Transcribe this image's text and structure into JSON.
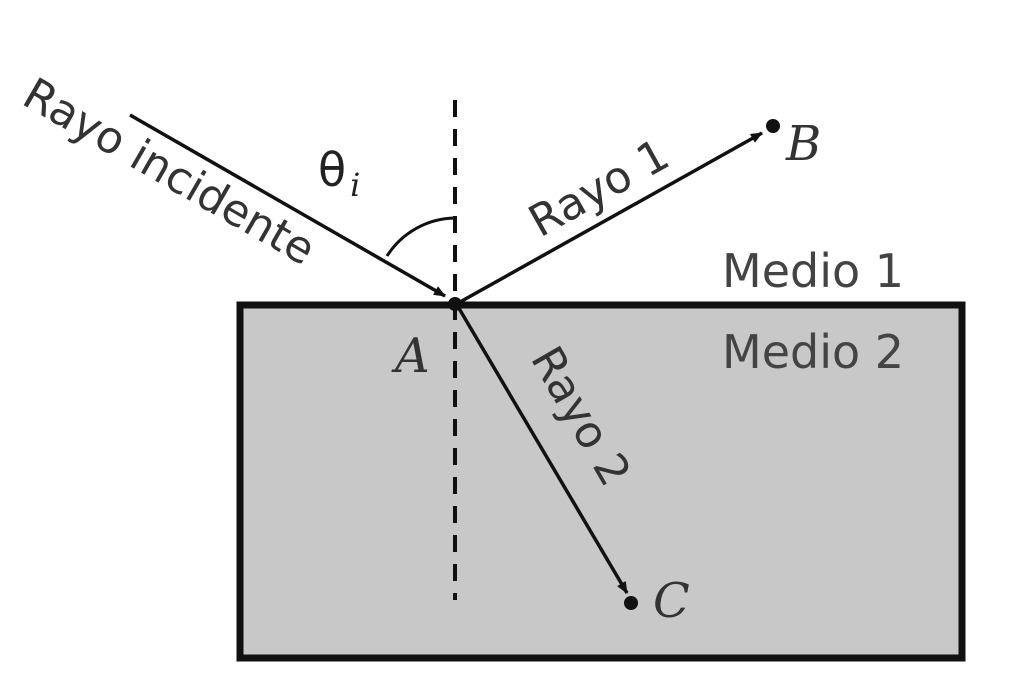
{
  "labels": {
    "incident_ray": "Rayo incidente",
    "ray_1": "Rayo 1",
    "ray_2": "Rayo 2",
    "medium_1": "Medio 1",
    "medium_2": "Medio 2",
    "point_a": "A",
    "point_b": "B",
    "point_c": "C",
    "angle_symbol": "θ",
    "angle_subscript": "i"
  },
  "colors": {
    "medium_2_fill": "#c8c8c8",
    "line": "#111111"
  }
}
